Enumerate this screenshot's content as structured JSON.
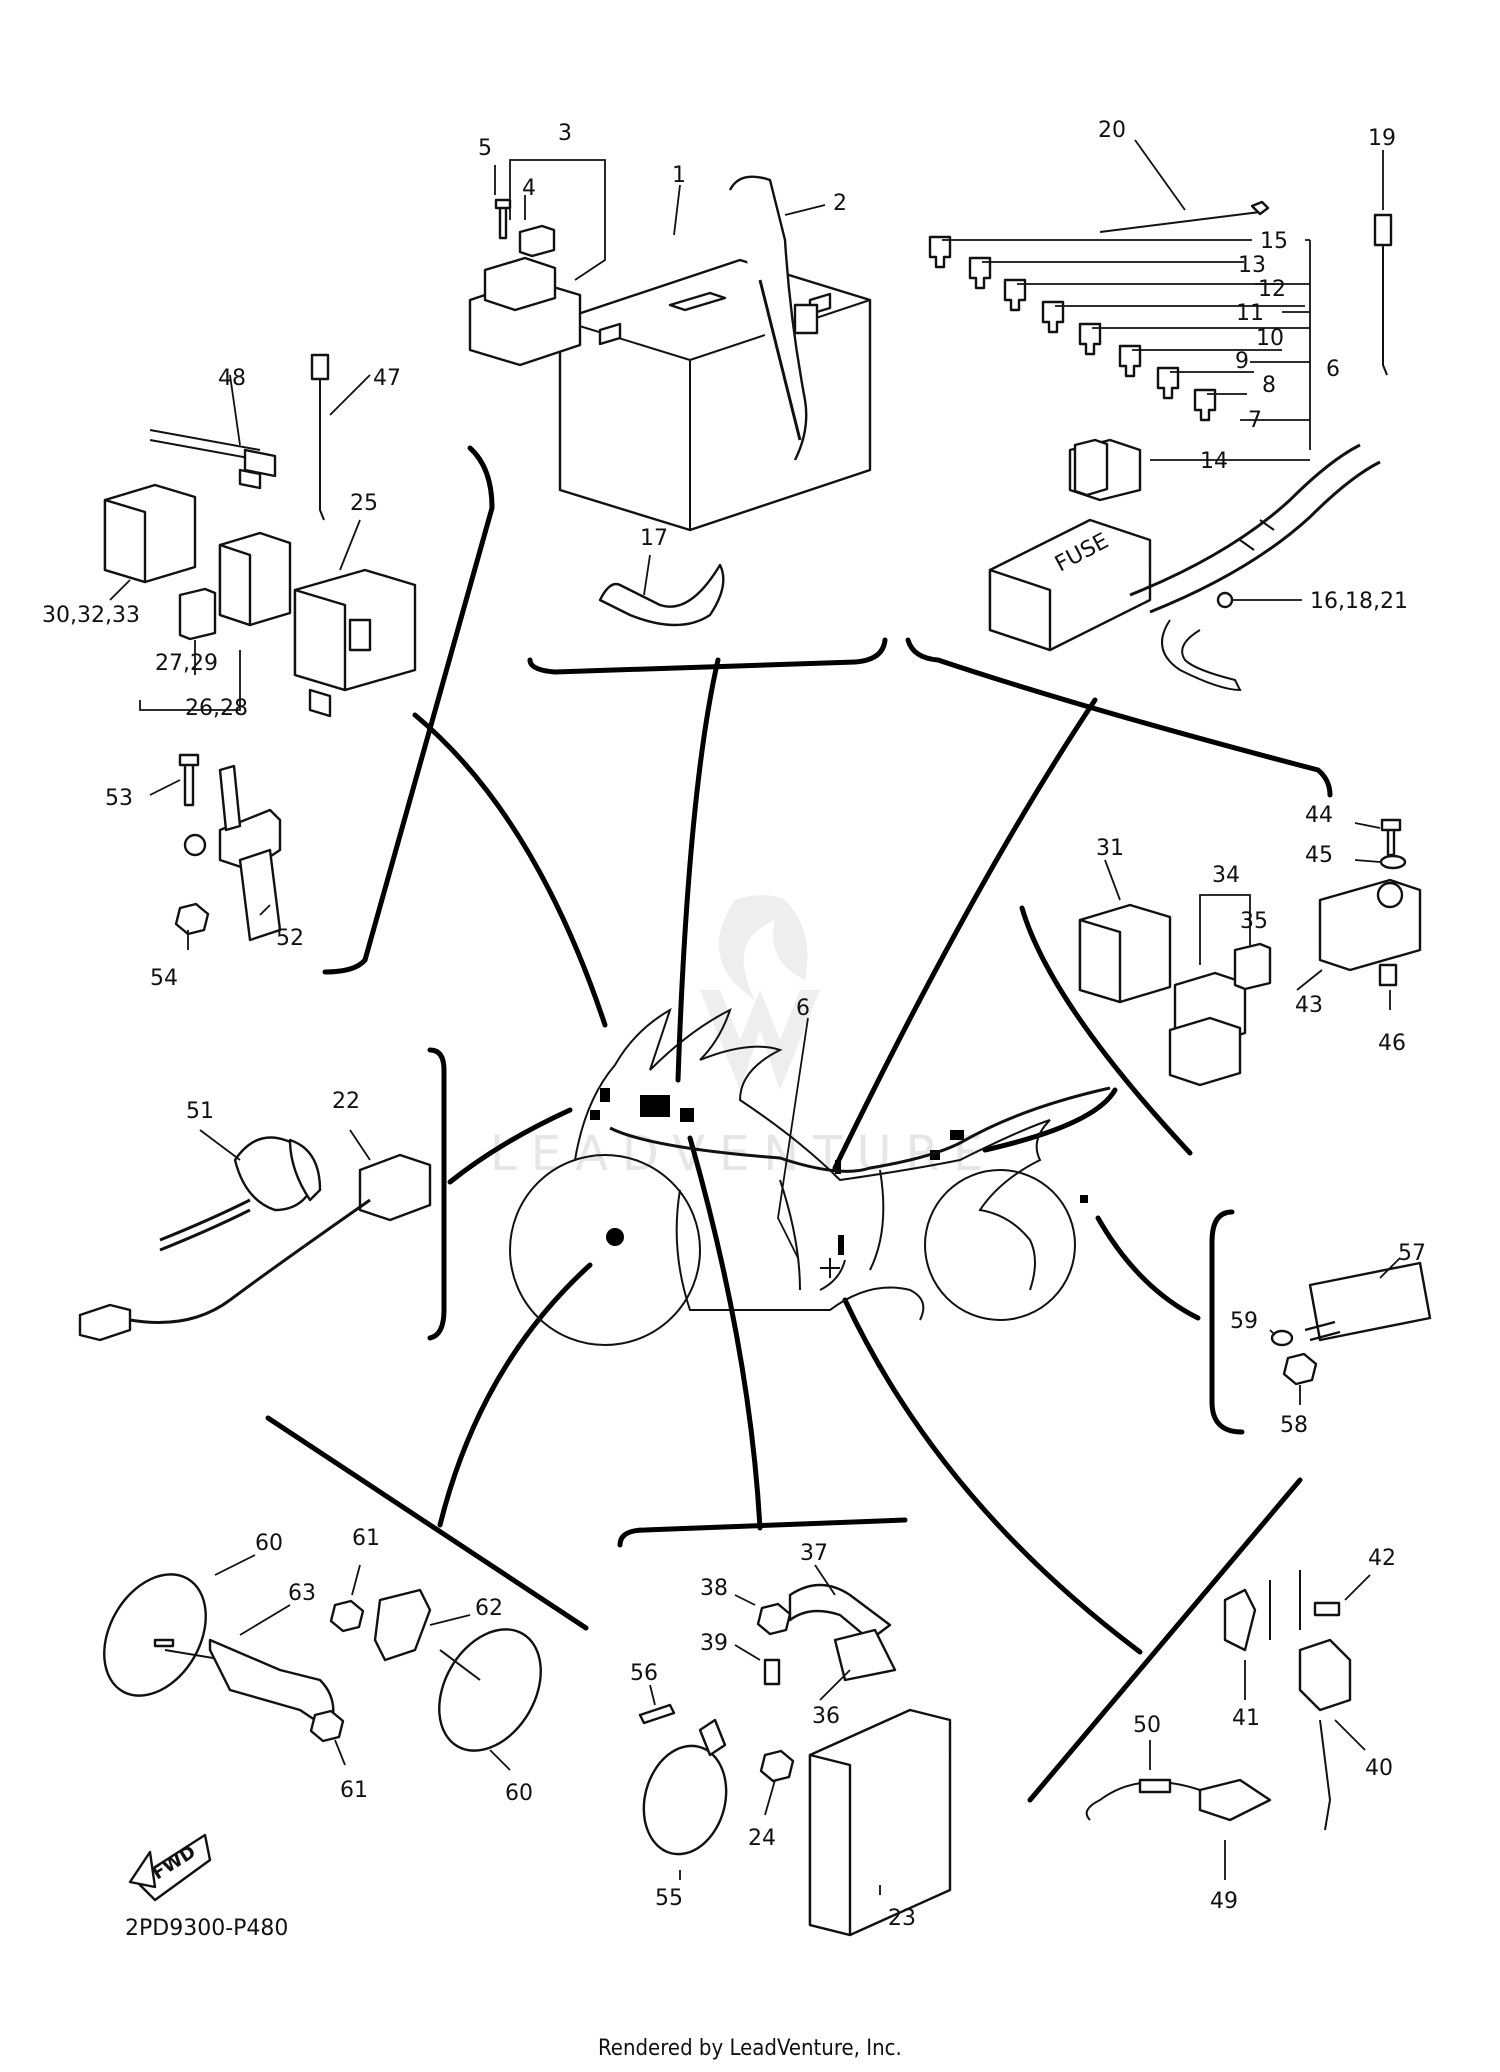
{
  "diagram": {
    "code": "2PD9300-P480",
    "footer": "Rendered by LeadVenture, Inc.",
    "fwd_label": "FWD",
    "watermark": "LEADVENTURE",
    "labels": {
      "l1": "1",
      "l2": "2",
      "l3": "3",
      "l4": "4",
      "l5": "5",
      "l6_top": "6",
      "l6_bike": "6",
      "l7": "7",
      "l8": "8",
      "l9": "9",
      "l10": "10",
      "l11": "11",
      "l12": "12",
      "l13": "13",
      "l14": "14",
      "l15": "15",
      "l16": "16,18,21",
      "l17": "17",
      "l19": "19",
      "l20": "20",
      "l22": "22",
      "l23": "23",
      "l24": "24",
      "l25": "25",
      "l26": "26,28",
      "l27": "27,29",
      "l30": "30,32,33",
      "l31": "31",
      "l34": "34",
      "l35": "35",
      "l36": "36",
      "l37": "37",
      "l38": "38",
      "l39": "39",
      "l40": "40",
      "l41": "41",
      "l42": "42",
      "l43": "43",
      "l44": "44",
      "l45": "45",
      "l46": "46",
      "l47": "47",
      "l48": "48",
      "l49": "49",
      "l50": "50",
      "l51": "51",
      "l52": "52",
      "l53": "53",
      "l54": "54",
      "l55": "55",
      "l56": "56",
      "l57": "57",
      "l58": "58",
      "l59": "59",
      "l60a": "60",
      "l60b": "60",
      "l61a": "61",
      "l61b": "61",
      "l62": "62",
      "l63": "63"
    },
    "fuse_box_label": "FUSE"
  }
}
